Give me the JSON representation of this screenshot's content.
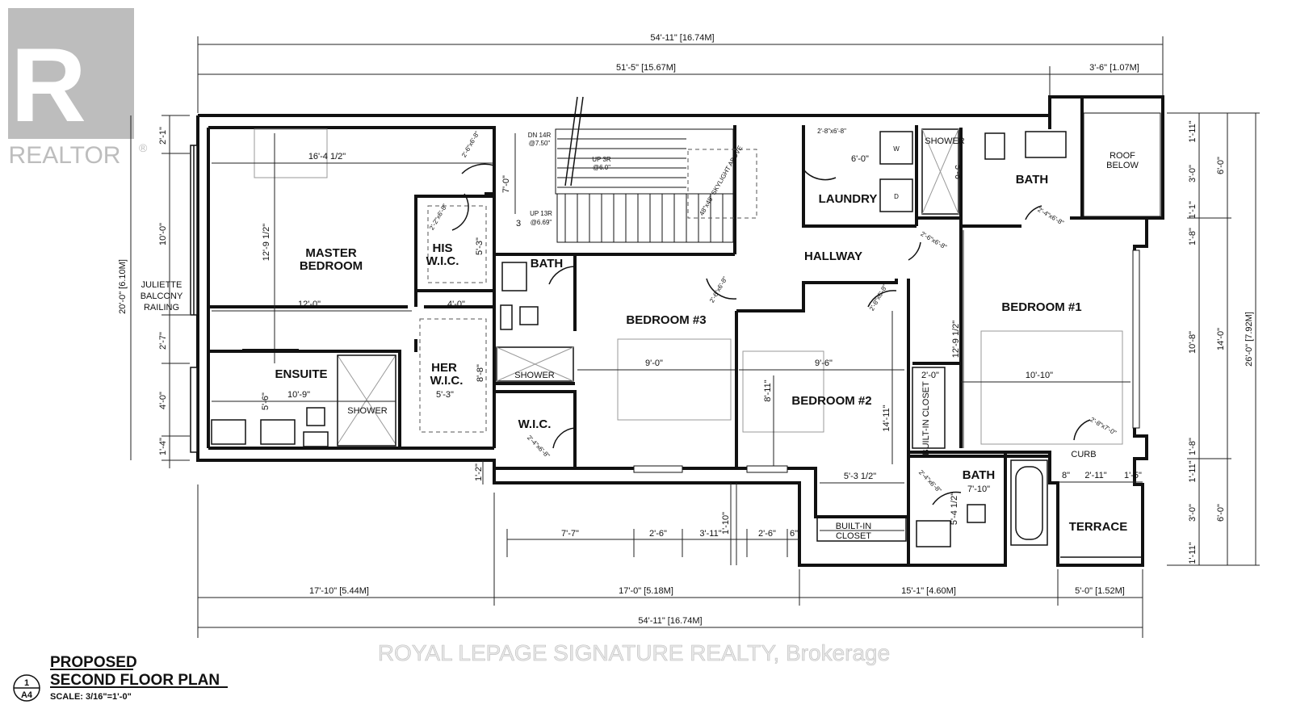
{
  "logo": {
    "text": "REALTOR",
    "mark": "®"
  },
  "watermark": "ROYAL LEPAGE SIGNATURE REALTY, Brokerage",
  "title": {
    "line1": "PROPOSED",
    "line2": "SECOND FLOOR PLAN",
    "scale": "SCALE: 3/16\"=1'-0\"",
    "ref_top": "1",
    "ref_bottom": "A4"
  },
  "rooms": {
    "master_1": "MASTER",
    "master_2": "BEDROOM",
    "his_1": "HIS",
    "his_2": "W.I.C.",
    "her_1": "HER",
    "her_2": "W.I.C.",
    "ensuite": "ENSUITE",
    "shower_ensuite": "SHOWER",
    "bath_mid": "BATH",
    "shower_mid": "SHOWER",
    "wic_mid": "W.I.C.",
    "bedroom3": "BEDROOM #3",
    "bedroom2": "BEDROOM #2",
    "bedroom1": "BEDROOM #1",
    "hallway": "HALLWAY",
    "laundry": "LAUNDRY",
    "shower_top": "SHOWER",
    "bath_top": "BATH",
    "roof_1": "ROOF",
    "roof_2": "BELOW",
    "bath_bottom": "BATH",
    "terrace": "TERRACE",
    "builtin_closet_1": "BUILT-IN",
    "builtin_closet_2": "CLOSET",
    "builtin_vert": "BUILT-IN CLOSET",
    "curb": "CURB",
    "juliette_1": "JULIETTE",
    "juliette_2": "BALCONY",
    "juliette_3": "RAILING",
    "skylight": "48\"x48\" SKYLIGHT ABOVE",
    "stair_dn": "DN 14R",
    "stair_dn_h": "@7.50\"",
    "stair_up1": "UP 3R",
    "stair_up1_h": "@6.0\"",
    "stair_up2": "UP 13R",
    "stair_up2_h": "@6.69\"",
    "washer": "W",
    "dryer": "D"
  },
  "dims": {
    "top_overall": "54'-11\" [16.74M]",
    "top_main": "51'-5\" [15.67M]",
    "top_right": "3'-6\" [1.07M]",
    "bottom_overall": "54'-11\" [16.74M]",
    "bottom_1": "17'-10\" [5.44M]",
    "bottom_2": "17'-0\" [5.18M]",
    "bottom_3": "15'-1\" [4.60M]",
    "bottom_4": "5'-0\" [1.52M]",
    "inner_1": "7'-7\"",
    "inner_2": "2'-6\"",
    "inner_3": "3'-11\"",
    "inner_4": "2'-6\"",
    "inner_5": "6\"",
    "inner_6": "1'-10\"",
    "left_overall": "20'-0\" [6.10M]",
    "left_1": "2'-1\"",
    "left_2": "10'-0\"",
    "left_3": "2'-7\"",
    "left_4": "4'-0\"",
    "left_5": "1'-4\"",
    "left_6": "1'-2\"",
    "right_overall": "26'-0\" [7.92M]",
    "right_a": "6'-0\"",
    "right_b": "14'-0\"",
    "right_c": "6'-0\"",
    "right_1": "1'-11\"",
    "right_2": "3'-0\"",
    "right_3": "1'-1\"",
    "right_4": "1'-8\"",
    "right_5": "10'-8\"",
    "right_6": "1'-8\"",
    "right_7": "1'-11\"",
    "right_8": "3'-0\"",
    "right_9": "1'-11\"",
    "master_w": "16'-4 1/2\"",
    "master_h": "12'-9 1/2\"",
    "master_w2": "12'-0\"",
    "his_h": "5'-3\"",
    "her_w": "4'-0\"",
    "her_h": "8'-8\"",
    "her_w2": "5'-3\"",
    "ensuite_w": "10'-9\"",
    "ensuite_h": "5'-6\"",
    "stair_h": "7'-0\"",
    "stair_3": "3",
    "bed3_w": "9'-0\"",
    "bed2_w": "9'-6\"",
    "bed2_h": "8'-11\"",
    "bed2_h2": "14'-11\"",
    "bed2_w2": "5'-3 1/2\"",
    "bed1_w": "10'-10\"",
    "bed1_h": "12'-9 1/2\"",
    "closet_w": "2'-0\"",
    "bath_b_w": "7'-10\"",
    "bath_b_h": "5'-4 1/2\"",
    "shower_h": "5'-6\"",
    "laundry_w": "6'-0\"",
    "terrace_1": "8\"",
    "terrace_2": "2'-11\"",
    "terrace_3": "1'-5\"",
    "door_a": "2'-6\"x6'-8\"",
    "door_b": "2'-2\"x6'-8\"",
    "door_c": "2'-8\"x6'-8\"",
    "door_d": "2'-6\"x6'-8\"",
    "door_e": "2'-4\"x6'-8\"",
    "door_f": "2'-8\"x7'-0\"",
    "door_g": "2'-4\"x6'-8\"",
    "door_h": "2'-6\"x6'-8\"",
    "door_i": "2'-8\"x6'-8\"",
    "door_j": "2'-4\"x6'-8\""
  }
}
